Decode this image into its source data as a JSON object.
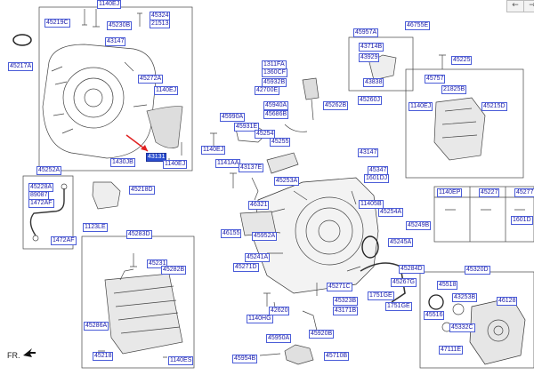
{
  "nav": {
    "prev_icon": "arrow-left",
    "next_icon": "arrow-right",
    "prev": "←",
    "next": "→"
  },
  "colors": {
    "label_border": "#4a5cd8",
    "label_text": "#1a1aa8",
    "selected_bg": "#2b4fd0",
    "pointer_arrow": "#e02020"
  },
  "fr_label": "FR.",
  "selected_label": "43131",
  "labels": [
    {
      "id": "45219C",
      "text": "45219C"
    },
    {
      "id": "1140EJ_a",
      "text": "1140EJ"
    },
    {
      "id": "45230B",
      "text": "45230B"
    },
    {
      "id": "45324",
      "text": "45324"
    },
    {
      "id": "21513",
      "text": "21513"
    },
    {
      "id": "43147",
      "text": "43147"
    },
    {
      "id": "45217A",
      "text": "45217A"
    },
    {
      "id": "45272A",
      "text": "45272A"
    },
    {
      "id": "1140EJ_b",
      "text": "1140EJ"
    },
    {
      "id": "43131",
      "text": "43131"
    },
    {
      "id": "1430JB",
      "text": "1430JB"
    },
    {
      "id": "1140EJ_c",
      "text": "1140EJ"
    },
    {
      "id": "45252A",
      "text": "45252A"
    },
    {
      "id": "45228A",
      "text": "45228A"
    },
    {
      "id": "89087",
      "text": "89087"
    },
    {
      "id": "1472AF_a",
      "text": "1472AF"
    },
    {
      "id": "45218D",
      "text": "45218D"
    },
    {
      "id": "1123LE",
      "text": "1123LE"
    },
    {
      "id": "1472AF_b",
      "text": "1472AF"
    },
    {
      "id": "45283D",
      "text": "45283D"
    },
    {
      "id": "45231",
      "text": "45231"
    },
    {
      "id": "45282B",
      "text": "45282B"
    },
    {
      "id": "45286A",
      "text": "45286A"
    },
    {
      "id": "45218",
      "text": "45218"
    },
    {
      "id": "1140ES",
      "text": "1140ES"
    },
    {
      "id": "1311FA",
      "text": "1311FA"
    },
    {
      "id": "1360CF",
      "text": "1360CF"
    },
    {
      "id": "45932B",
      "text": "45932B"
    },
    {
      "id": "42700E",
      "text": "42700E"
    },
    {
      "id": "45940A",
      "text": "45940A"
    },
    {
      "id": "45686B",
      "text": "45686B"
    },
    {
      "id": "45262B",
      "text": "45262B"
    },
    {
      "id": "45260J",
      "text": "45260J"
    },
    {
      "id": "45990A",
      "text": "45990A"
    },
    {
      "id": "45931E",
      "text": "45931E"
    },
    {
      "id": "45254",
      "text": "45254"
    },
    {
      "id": "45255",
      "text": "45255"
    },
    {
      "id": "1140EJ_d",
      "text": "1140EJ"
    },
    {
      "id": "1141AA",
      "text": "1141AA"
    },
    {
      "id": "43137E",
      "text": "43137E"
    },
    {
      "id": "45253A",
      "text": "45253A"
    },
    {
      "id": "43147_b",
      "text": "43147"
    },
    {
      "id": "45347",
      "text": "45347"
    },
    {
      "id": "1601DJ",
      "text": "1601DJ"
    },
    {
      "id": "46321",
      "text": "46321"
    },
    {
      "id": "11405B",
      "text": "11405B"
    },
    {
      "id": "45254A",
      "text": "45254A"
    },
    {
      "id": "45249B",
      "text": "45249B"
    },
    {
      "id": "46155",
      "text": "46155"
    },
    {
      "id": "45952A",
      "text": "45952A"
    },
    {
      "id": "45245A",
      "text": "45245A"
    },
    {
      "id": "45241A",
      "text": "45241A"
    },
    {
      "id": "45271D",
      "text": "45271D"
    },
    {
      "id": "45284D",
      "text": "45284D"
    },
    {
      "id": "45267G",
      "text": "45267G"
    },
    {
      "id": "45271C",
      "text": "45271C"
    },
    {
      "id": "1751GE",
      "text": "1751GE"
    },
    {
      "id": "45323B",
      "text": "45323B"
    },
    {
      "id": "43171B",
      "text": "43171B"
    },
    {
      "id": "1751GE_b",
      "text": "1751GE"
    },
    {
      "id": "1140HG",
      "text": "1140HG"
    },
    {
      "id": "42620",
      "text": "42620"
    },
    {
      "id": "45950A",
      "text": "45950A"
    },
    {
      "id": "45920B",
      "text": "45920B"
    },
    {
      "id": "45954B",
      "text": "45954B"
    },
    {
      "id": "45710B",
      "text": "45710B"
    },
    {
      "id": "45957A",
      "text": "45957A"
    },
    {
      "id": "46755E",
      "text": "46755E"
    },
    {
      "id": "43714B",
      "text": "43714B"
    },
    {
      "id": "43929",
      "text": "43929"
    },
    {
      "id": "43838",
      "text": "43838"
    },
    {
      "id": "45225",
      "text": "45225"
    },
    {
      "id": "45757",
      "text": "45757"
    },
    {
      "id": "21825B",
      "text": "21825B"
    },
    {
      "id": "1140EJ_e",
      "text": "1140EJ"
    },
    {
      "id": "45215D",
      "text": "45215D"
    },
    {
      "id": "1140EP",
      "text": "1140EP"
    },
    {
      "id": "45227",
      "text": "45227"
    },
    {
      "id": "45277",
      "text": "45277"
    },
    {
      "id": "1601D",
      "text": "1601D"
    },
    {
      "id": "45320D",
      "text": "45320D"
    },
    {
      "id": "45518",
      "text": "45518"
    },
    {
      "id": "43253B",
      "text": "43253B"
    },
    {
      "id": "46128",
      "text": "46128"
    },
    {
      "id": "45516",
      "text": "45516"
    },
    {
      "id": "45332C",
      "text": "45332C"
    },
    {
      "id": "47111E",
      "text": "47111E"
    }
  ]
}
